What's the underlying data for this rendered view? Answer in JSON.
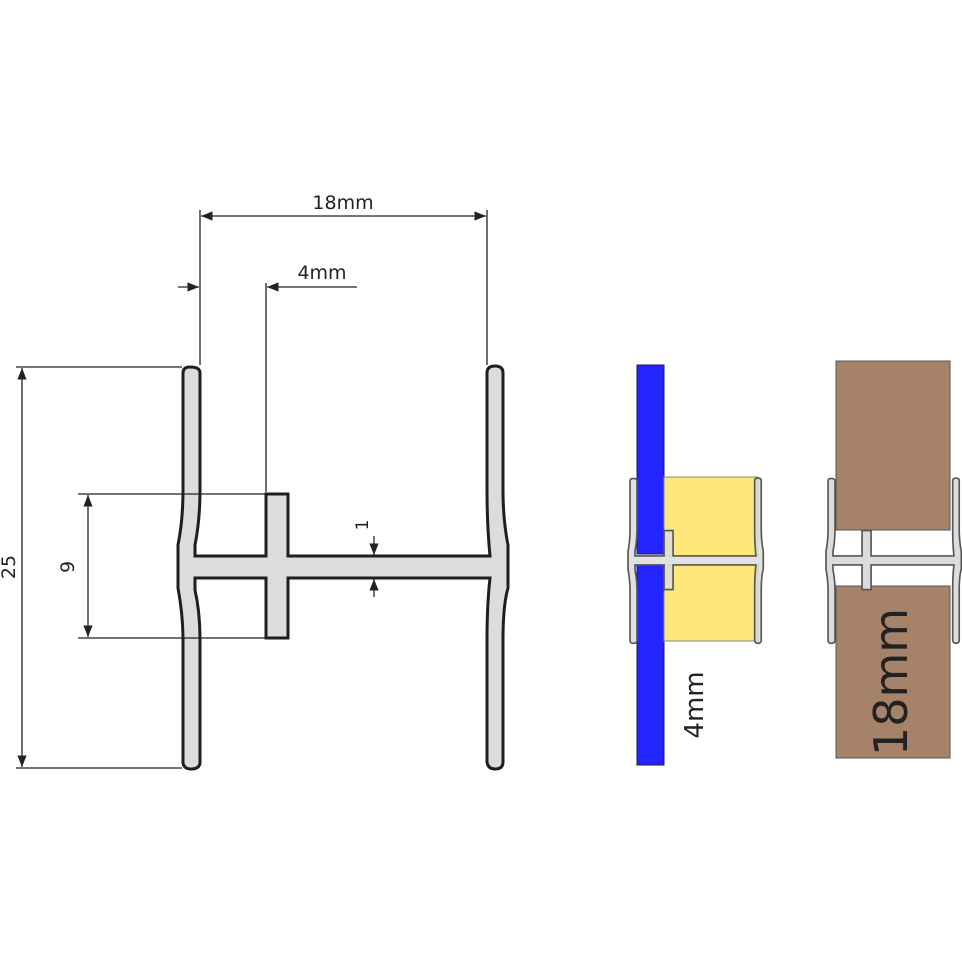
{
  "dimensions": {
    "overall_width": "18mm",
    "glass_slot": "4mm",
    "height": "25",
    "stem_height": "9",
    "web_thickness": "1"
  },
  "examples": {
    "glass_label": "4mm",
    "board_label": "18mm"
  },
  "colors": {
    "profile": "#dcdcdc",
    "glass": "#2424ff",
    "insulation": "#fde67a",
    "board": "#a6826a"
  }
}
